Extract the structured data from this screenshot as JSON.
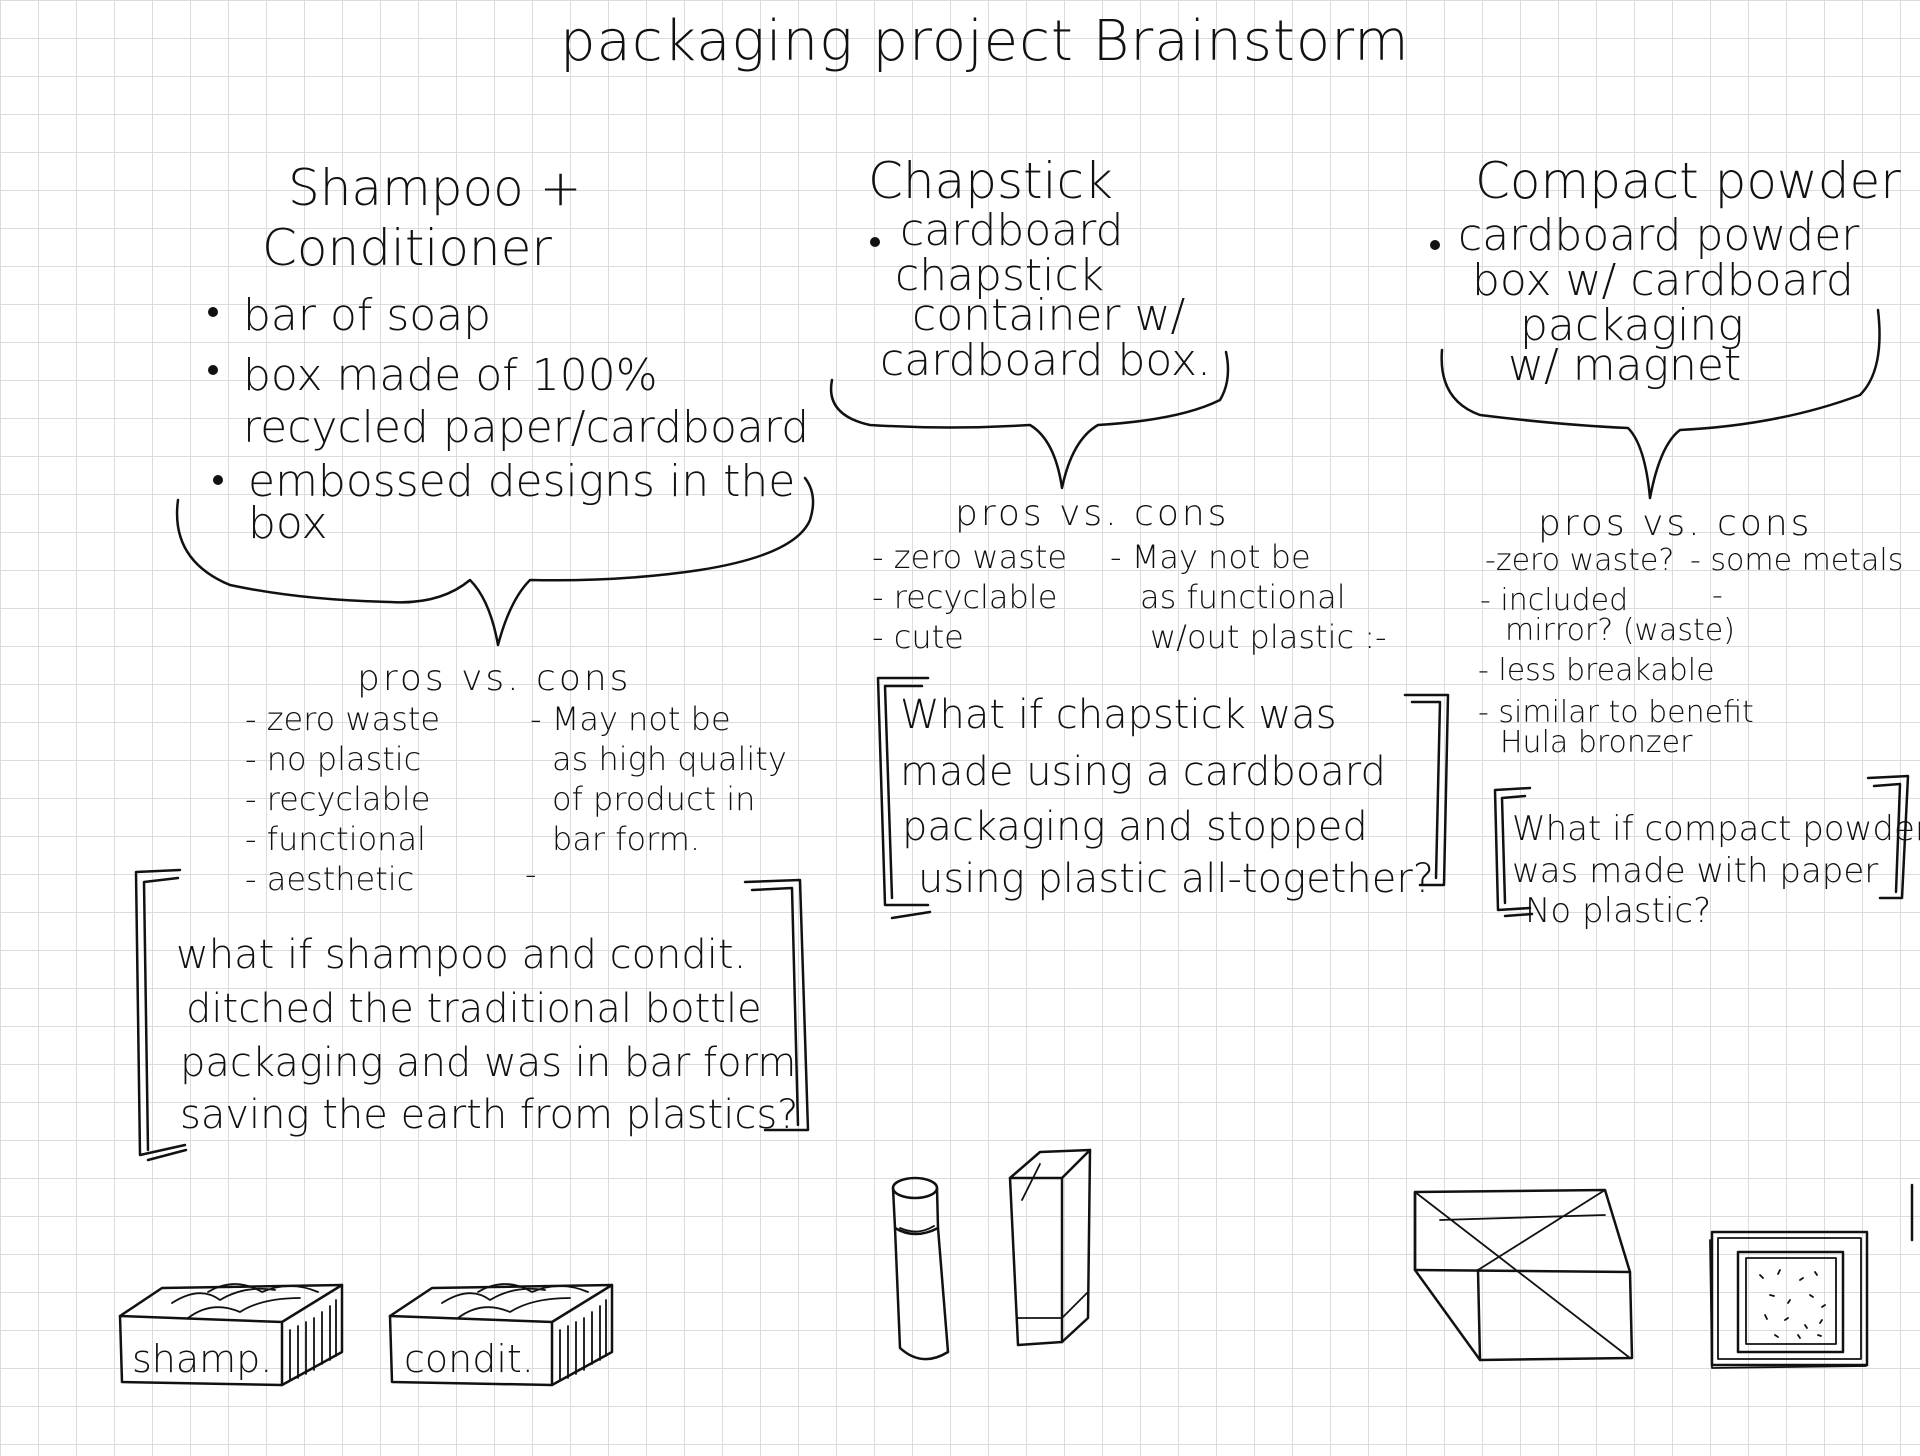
{
  "title": "packaging project Brainstorm",
  "sections": [
    {
      "heading_lines": [
        "Shampoo +",
        "Conditioner"
      ],
      "bullets": [
        [
          "bar of soap"
        ],
        [
          "box made of 100%",
          "recycled paper/cardboard"
        ],
        [
          "embossed designs in the",
          "box"
        ]
      ],
      "pros_cons_heading": "pros vs. cons",
      "pros": [
        "zero waste",
        "no plastic",
        "recyclable",
        "functional",
        "aesthetic"
      ],
      "cons": [
        "May not be",
        "as high quality",
        "of product in",
        "bar form."
      ],
      "question_lines": [
        "what if shampoo and condit.",
        "ditched the traditional bottle",
        "packaging and was in bar form",
        "saving the earth from plastics?"
      ],
      "sketch_labels": [
        "shamp.",
        "condit."
      ]
    },
    {
      "heading_lines": [
        "Chapstick"
      ],
      "bullets": [
        [
          "cardboard",
          "chapstick",
          "container w/",
          "cardboard box."
        ]
      ],
      "pros_cons_heading": "pros vs. cons",
      "pros": [
        "zero waste",
        "recyclable",
        "cute"
      ],
      "cons": [
        "May not be",
        "as functional",
        "w/out plastic :-"
      ],
      "question_lines": [
        "What if chapstick was",
        "made using a cardboard",
        "packaging and stopped",
        "using plastic all-together?"
      ]
    },
    {
      "heading_lines": [
        "Compact powder"
      ],
      "bullets": [
        [
          "cardboard powder",
          "box w/ cardboard",
          "packaging",
          "w/ magnet"
        ]
      ],
      "pros_cons_heading": "pros vs. cons",
      "pros": [
        "zero waste?",
        "included",
        "mirror? (waste)",
        "less breakable",
        "similar to benefit",
        "Hula bronzer"
      ],
      "cons": [
        "some metals"
      ],
      "question_lines": [
        "What if compact powder",
        "was made with paper",
        "No plastic?"
      ]
    }
  ]
}
